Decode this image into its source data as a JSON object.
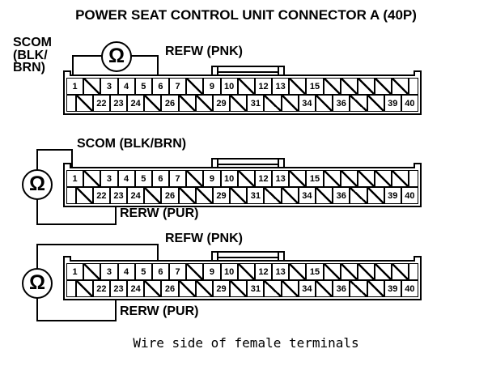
{
  "title": "POWER SEAT CONTROL UNIT CONNECTOR A (40P)",
  "caption": "Wire side of female terminals",
  "meter_symbol": "Ω",
  "pins": {
    "top": [
      "1",
      "/",
      "3",
      "4",
      "5",
      "6",
      "7",
      "/",
      "9",
      "10",
      "/",
      "12",
      "13",
      "/",
      "15",
      "/",
      "/",
      "/",
      "/",
      "/"
    ],
    "bottom": [
      "/",
      "22",
      "23",
      "24",
      "/",
      "26",
      "/",
      "/",
      "29",
      "/",
      "31",
      "/",
      "/",
      "34",
      "/",
      "36",
      "/",
      "/",
      "39",
      "40"
    ]
  },
  "diagrams": [
    {
      "left_label": "SCOM\n(BLK/\nBRN)",
      "right_label": "REFW (PNK)"
    },
    {
      "top_label": "SCOM (BLK/BRN)",
      "bottom_label": "RERW (PUR)"
    },
    {
      "top_label": "REFW (PNK)",
      "bottom_label": "RERW (PUR)"
    }
  ]
}
